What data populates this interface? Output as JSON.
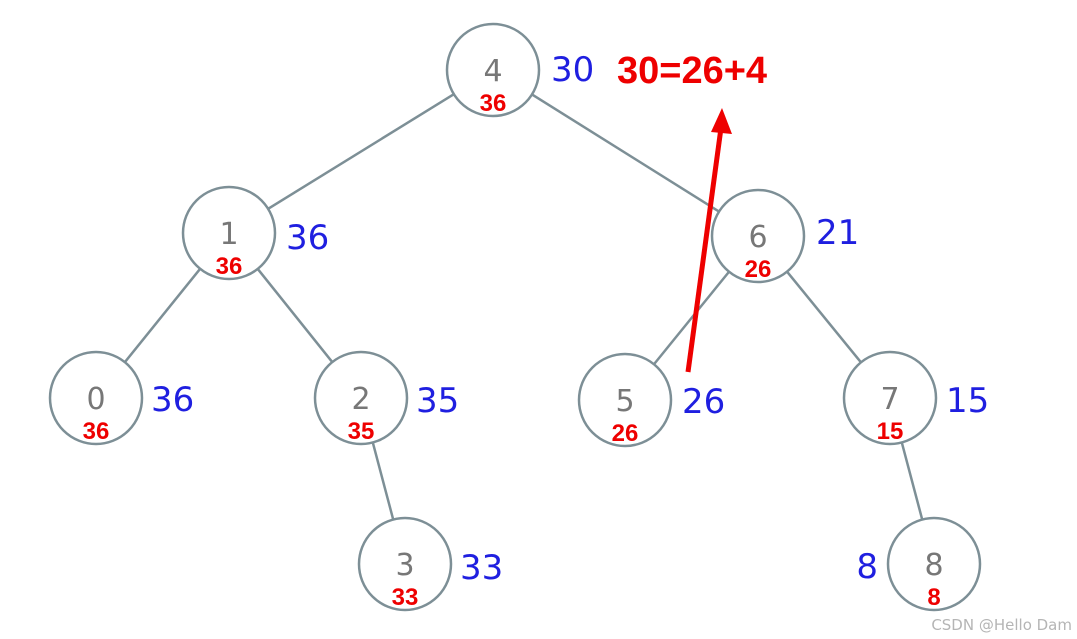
{
  "nodes": [
    {
      "id": "4",
      "inner": "36",
      "outer": "30"
    },
    {
      "id": "1",
      "inner": "36",
      "outer": "36"
    },
    {
      "id": "6",
      "inner": "26",
      "outer": "21"
    },
    {
      "id": "0",
      "inner": "36",
      "outer": "36"
    },
    {
      "id": "2",
      "inner": "35",
      "outer": "35"
    },
    {
      "id": "5",
      "inner": "26",
      "outer": "26"
    },
    {
      "id": "7",
      "inner": "15",
      "outer": "15"
    },
    {
      "id": "3",
      "inner": "33",
      "outer": "33"
    },
    {
      "id": "8",
      "inner": "8",
      "outer": "8"
    }
  ],
  "edges": [
    [
      "4",
      "1"
    ],
    [
      "4",
      "6"
    ],
    [
      "1",
      "0"
    ],
    [
      "1",
      "2"
    ],
    [
      "2",
      "3"
    ],
    [
      "6",
      "5"
    ],
    [
      "6",
      "7"
    ],
    [
      "7",
      "8"
    ]
  ],
  "annotation": {
    "formula": "30=26+4"
  },
  "watermark": "CSDN @Hello Dam",
  "colors": {
    "edge": "#7d8f96",
    "node_id": "#777777",
    "inner_value": "#ee0000",
    "outer_value": "#1f1fe0",
    "annotation": "#ee0000"
  }
}
